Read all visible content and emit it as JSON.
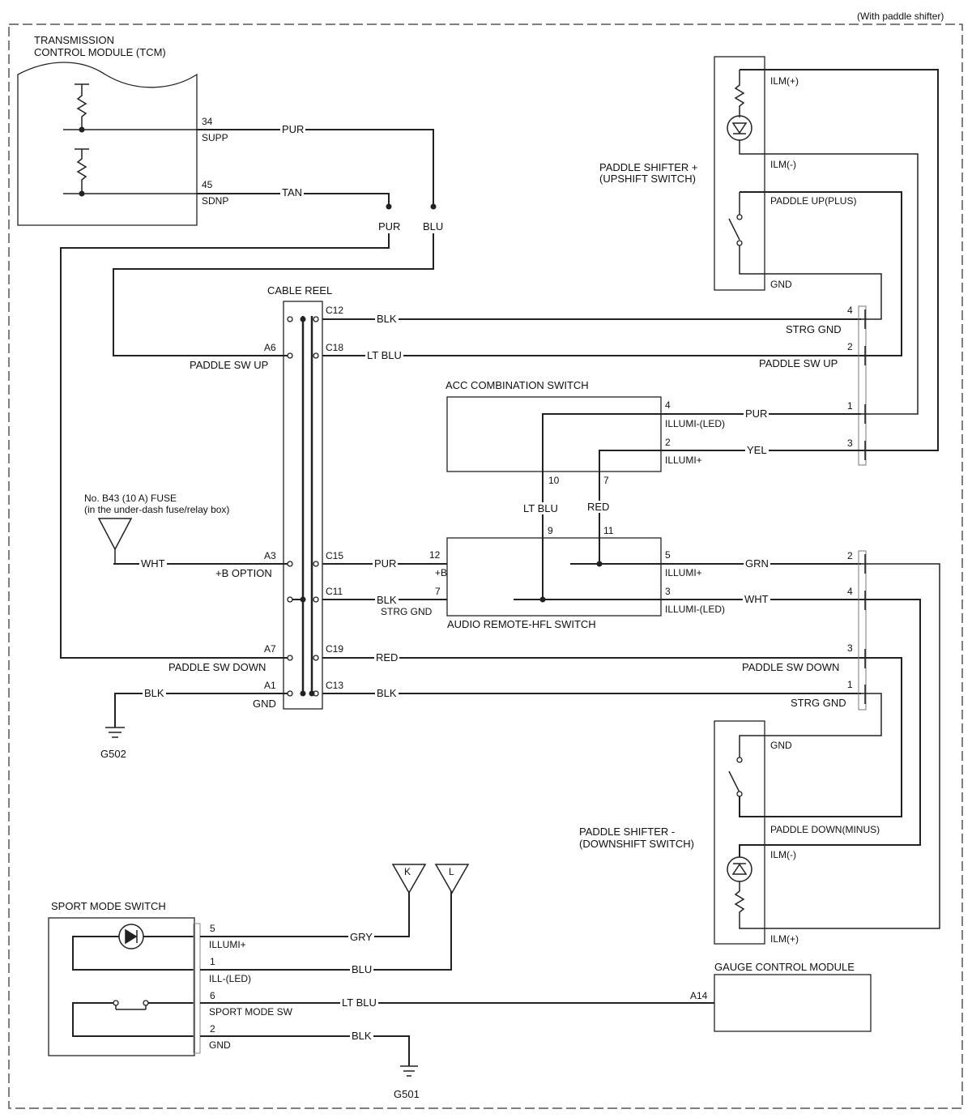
{
  "header": {
    "variant_note": "(With paddle shifter)"
  },
  "tcm": {
    "title_line1": "TRANSMISSION",
    "title_line2": "CONTROL MODULE (TCM)",
    "pin_supp_num": "34",
    "pin_supp_name": "SUPP",
    "pin_sdnp_num": "45",
    "pin_sdnp_name": "SDNP"
  },
  "wires": {
    "tcm_supp": "PUR",
    "tcm_sdnp": "TAN",
    "split_pur": "PUR",
    "split_blu": "BLU",
    "c12": "BLK",
    "c18": "LT BLU",
    "c15": "PUR",
    "c11": "BLK",
    "c19": "RED",
    "c13": "BLK",
    "fuse": "WHT",
    "ground_a1": "BLK",
    "acc_pin4": "PUR",
    "acc_pin2": "YEL",
    "acc_link_10": "LT BLU",
    "acc_link_7": "RED",
    "audio_pin5": "GRN",
    "audio_pin3": "WHT",
    "sport_gry": "GRY",
    "sport_blu": "BLU",
    "sport_ltblu": "LT BLU",
    "sport_blk": "BLK"
  },
  "cable_reel": {
    "title": "CABLE REEL",
    "pins_left": [
      "A6",
      "A3",
      "A7",
      "A1"
    ],
    "pins_right": [
      "C12",
      "C18",
      "C15",
      "C11",
      "C19",
      "C13"
    ],
    "labels_left": [
      "PADDLE SW UP",
      "+B OPTION",
      "PADDLE SW DOWN",
      "GND"
    ]
  },
  "fuse": {
    "line1": "No. B43 (10 A) FUSE",
    "line2": "(in the under-dash fuse/relay box)"
  },
  "grounds": {
    "g502": "G502",
    "g501": "G501"
  },
  "paddle_up": {
    "title_line1": "PADDLE SHIFTER +",
    "title_line2": "(UPSHIFT SWITCH)",
    "ilm_pos": "ILM(+)",
    "ilm_neg": "ILM(-)",
    "paddle": "PADDLE UP(PLUS)",
    "gnd": "GND"
  },
  "paddle_down": {
    "title_line1": "PADDLE SHIFTER -",
    "title_line2": "(DOWNSHIFT SWITCH)",
    "gnd": "GND",
    "paddle": "PADDLE DOWN(MINUS)",
    "ilm_neg": "ILM(-)",
    "ilm_pos": "ILM(+)"
  },
  "connector_upper": {
    "pins": [
      "4",
      "2",
      "1",
      "3"
    ],
    "labels": [
      "STRG GND",
      "PADDLE SW UP"
    ]
  },
  "connector_lower": {
    "pins": [
      "2",
      "4",
      "3",
      "1"
    ],
    "labels": [
      "PADDLE SW DOWN",
      "STRG GND"
    ]
  },
  "acc": {
    "title": "ACC COMBINATION SWITCH",
    "pin4": "4",
    "pin4_name": "ILLUMI-(LED)",
    "pin2": "2",
    "pin2_name": "ILLUMI+",
    "pin10": "10",
    "pin7": "7"
  },
  "audio": {
    "title": "AUDIO REMOTE-HFL SWITCH",
    "pin12": "12",
    "pin12_name": "+B",
    "pin7": "7",
    "pin7_name": "STRG GND",
    "pin9": "9",
    "pin11": "11",
    "pin5": "5",
    "pin5_name": "ILLUMI+",
    "pin3": "3",
    "pin3_name": "ILLUMI-(LED)"
  },
  "sport": {
    "title": "SPORT MODE SWITCH",
    "pin5": "5",
    "pin5_name": "ILLUMI+",
    "pin1": "1",
    "pin1_name": "ILL-(LED)",
    "pin6": "6",
    "pin6_name": "SPORT MODE SW",
    "pin2": "2",
    "pin2_name": "GND"
  },
  "offpage": {
    "k": "K",
    "l": "L"
  },
  "gauge": {
    "title": "GAUGE CONTROL MODULE",
    "pin": "A14"
  }
}
